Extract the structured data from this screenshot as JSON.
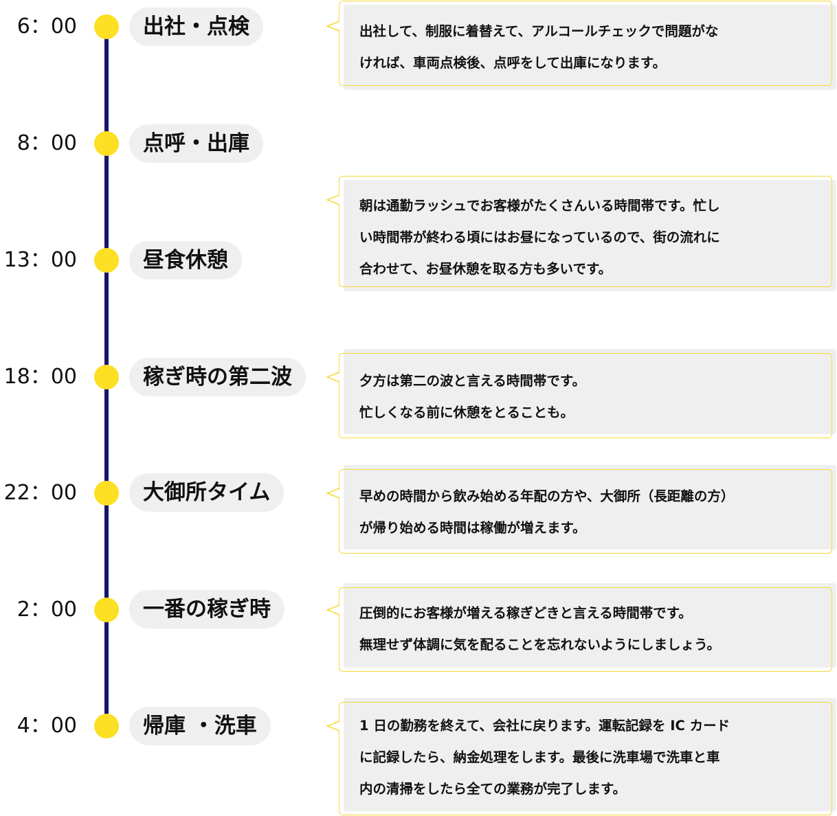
{
  "colors": {
    "timeline_line": "#16166b",
    "dot": "#fddf23",
    "pill_background": "#efefef",
    "bubble_border": "#f5d937",
    "bubble_fill": "#efefef",
    "text": "#111111"
  },
  "timeline": [
    {
      "time": "6：00",
      "title": "出社・点検",
      "description": [
        "出社して、制服に着替えて、アルコールチェックで問題がな",
        "ければ、車両点検後、点呼をして出庫になります。"
      ]
    },
    {
      "time": "8：00",
      "title": "点呼・出庫",
      "description": []
    },
    {
      "time": "13：00",
      "title": "昼食休憩",
      "description": [
        "朝は通勤ラッシュでお客様がたくさんいる時間帯です。忙し",
        "い時間帯が終わる頃にはお昼になっているので、街の流れに",
        "合わせて、お昼休憩を取る方も多いです。"
      ]
    },
    {
      "time": "18：00",
      "title": "稼ぎ時の第二波",
      "description": [
        "夕方は第二の波と言える時間帯です。",
        "忙しくなる前に休憩をとることも。"
      ]
    },
    {
      "time": "22：00",
      "title": "大御所タイム",
      "description": [
        "早めの時間から飲み始める年配の方や、大御所（長距離の方）",
        "が帰り始める時間は稼働が増えます。"
      ]
    },
    {
      "time": "2：00",
      "title": "一番の稼ぎ時",
      "description": [
        "圧倒的にお客様が増える稼ぎどきと言える時間帯です。",
        "無理せず体調に気を配ることを忘れないようにしましょう。"
      ]
    },
    {
      "time": "4：00",
      "title": "帰庫 ・洗車",
      "description": [
        "1 日の勤務を終えて、会社に戻ります。運転記録を IC カード",
        "に記録したら、納金処理をします。最後に洗車場で洗車と車",
        "内の清掃をしたら全ての業務が完了します。"
      ]
    }
  ]
}
